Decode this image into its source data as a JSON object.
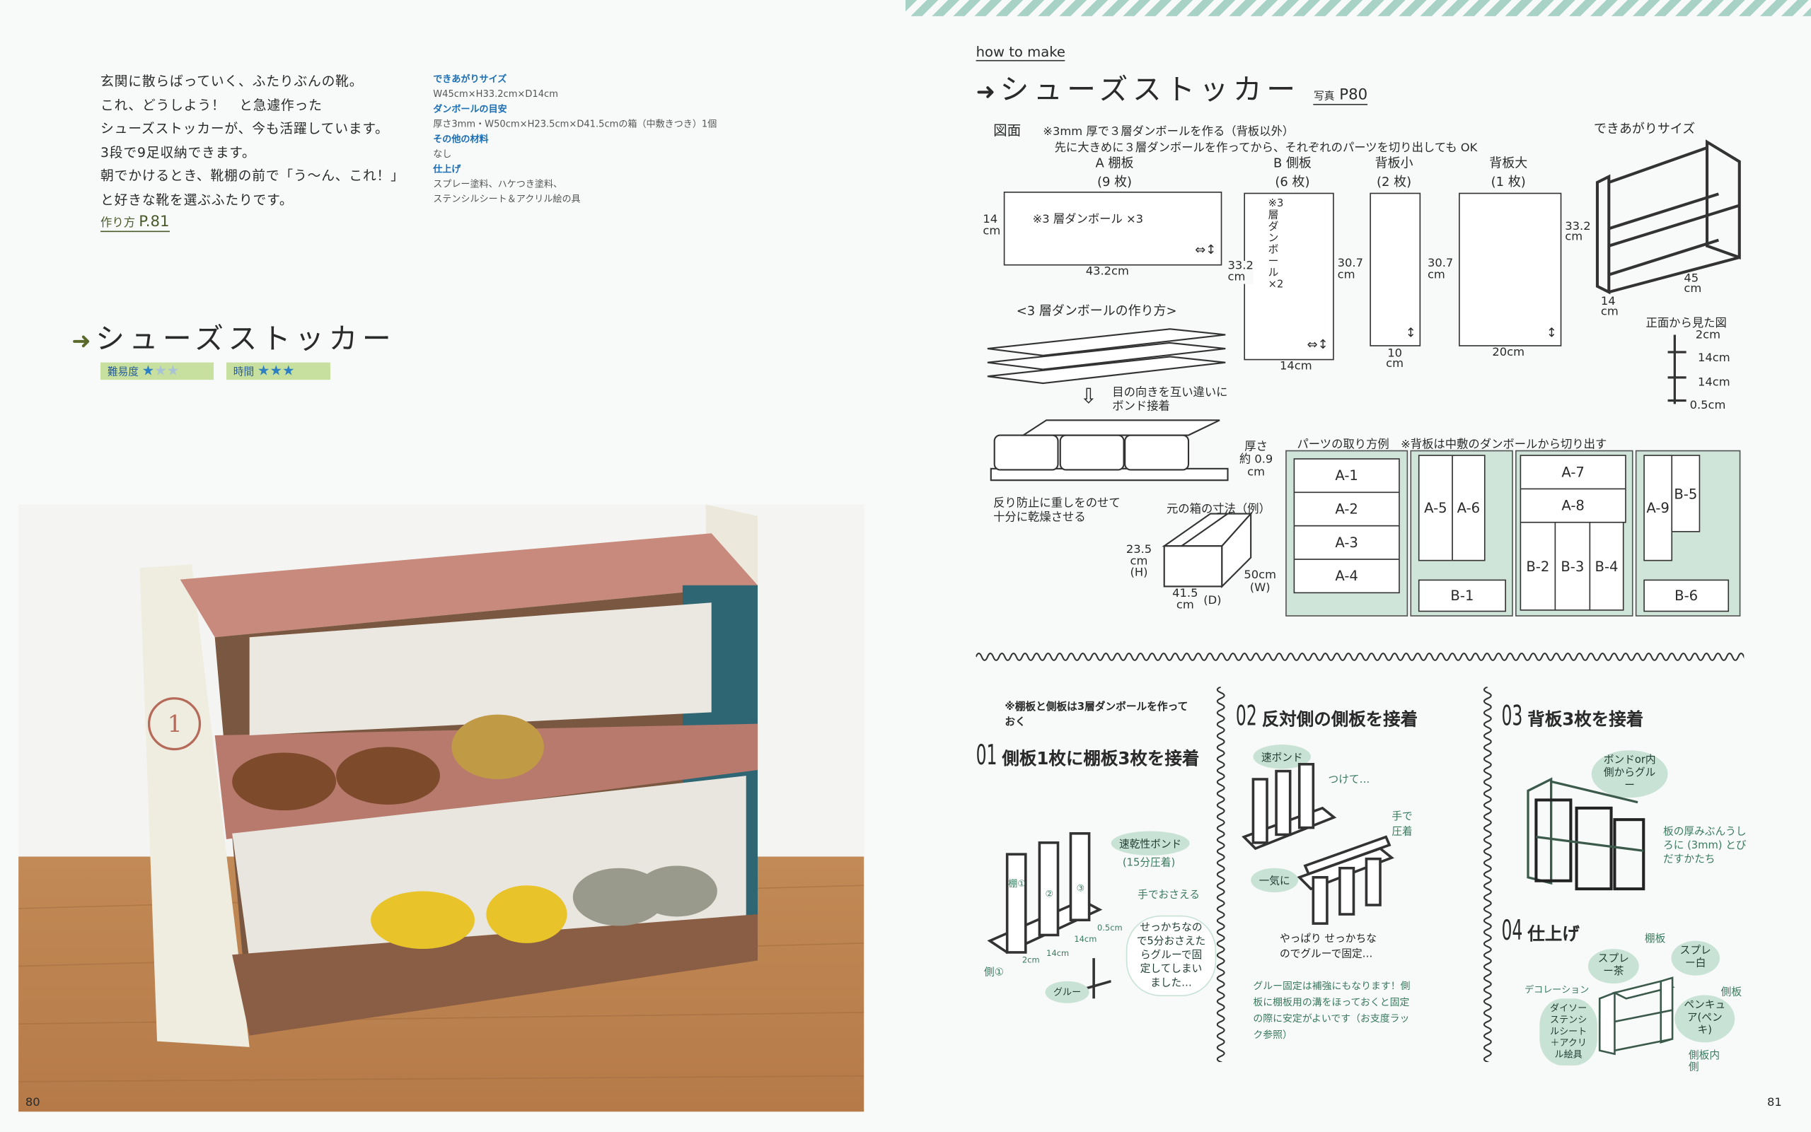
{
  "left_page": {
    "intro_lines": [
      "玄関に散らばっていく、ふたりぶんの靴。",
      "これ、どうしよう！　と急遽作った",
      "シューズストッカーが、今も活躍しています。",
      "3段で9足収納できます。",
      "朝でかけるとき、靴棚の前で「う〜ん、これ！」",
      "と好きな靴を選ぶふたりです。"
    ],
    "materials": [
      {
        "heading": "できあがりサイズ",
        "text": "W45cm×H33.2cm×D14cm"
      },
      {
        "heading": "ダンボールの目安",
        "text": "厚さ3mm・W50cm×H23.5cm×D41.5cmの箱（中敷きつき）1個"
      },
      {
        "heading": "その他の材料",
        "text": "なし"
      },
      {
        "heading": "仕上げ",
        "text": "スプレー塗料、ハケつき塗料、",
        "text2": "ステンシルシート＆アクリル絵の具"
      }
    ],
    "howto_link_label": "作り方",
    "howto_link_page": "P.81",
    "title": "シューズストッカー",
    "difficulty_label": "難易度",
    "difficulty_stars": 1,
    "time_label": "時間",
    "time_stars": 3,
    "star_max": 3,
    "photo_stamp_number": "1",
    "page_number": "80"
  },
  "right_page": {
    "kicker": "how to make",
    "title": "シューズストッカー",
    "photo_ref_label": "写真",
    "photo_ref_page": "P80",
    "drawing_label": "図面",
    "drawing_note1": "※3mm 厚で３層ダンボールを作る（背板以外）",
    "drawing_note2": "先に大きめに３層ダンボールを作ってから、それぞれのパーツを切り出しても OK",
    "parts": [
      {
        "name": "A 棚板",
        "count": "(9 枚)",
        "inner": "※3 層ダンボール ×3",
        "h": "14\ncm",
        "w": "43.2cm"
      },
      {
        "name": "B 側板",
        "count": "(6 枚)",
        "inner": "※3層ダンボール×2",
        "h": "33.2\ncm",
        "w": "14cm"
      },
      {
        "name": "背板小",
        "count": "(2 枚)",
        "h": "30.7\ncm",
        "w": "10\ncm"
      },
      {
        "name": "背板大",
        "count": "(1 枚)",
        "h": "30.7\ncm",
        "w": "20cm"
      }
    ],
    "finished": {
      "label": "できあがりサイズ",
      "h": "33.2\ncm",
      "w": "45\ncm",
      "d": "14\ncm",
      "front_label": "正面から見た図",
      "dims": [
        "2cm",
        "14cm",
        "14cm",
        "0.5cm"
      ]
    },
    "laminate": {
      "title": "<3 層ダンボールの作り方>",
      "step": "目の向きを互い違いに",
      "step2": "ボンド接着",
      "thickness": "厚さ\n約 0.9\ncm",
      "dry1": "反り防止に重しをのせて",
      "dry2": "十分に乾燥させる"
    },
    "box": {
      "title": "元の箱の寸法（例）",
      "h": "23.5\ncm\n(H)",
      "d": "41.5\ncm",
      "d_tag": "(D)",
      "w": "50cm\n(W)"
    },
    "layout": {
      "title": "パーツの取り方例",
      "note": "※背板は中敷のダンボールから切り出す",
      "pieces": [
        "A-1",
        "A-2",
        "A-3",
        "A-4",
        "A-5",
        "A-6",
        "B-1",
        "A-7",
        "A-8",
        "B-2",
        "B-3",
        "B-4",
        "A-9",
        "B-5",
        "B-6"
      ]
    },
    "steps": [
      {
        "num": "01",
        "title": "側板1枚に棚板3枚を接着",
        "pre_note": "※棚板と側板は3層ダンボールを作っておく",
        "notes": [
          "速乾性ボンド",
          "(15分圧着)",
          "手でおさえる",
          "せっかちなので5分おさえたらグルーで固定してしまいました…",
          "グルー",
          "側①",
          "棚①",
          "②",
          "③",
          "2cm",
          "14cm",
          "14cm",
          "0.5cm"
        ]
      },
      {
        "num": "02",
        "title": "反対側の側板を接着",
        "notes": [
          "速ボンド",
          "つけて…",
          "手で圧着",
          "一気に",
          "やっぱり せっかちなのでグルーで固定…",
          "グルー固定は補強にもなります！側板に棚板用の溝をほっておくと固定の際に安定がよいです（お支度ラック参照）"
        ]
      },
      {
        "num": "03",
        "title": "背板3枚を接着",
        "notes": [
          "ボンドor内側からグルー",
          "板の厚みぶんうしろに (3mm) とびだすかたち"
        ]
      },
      {
        "num": "04",
        "title": "仕上げ",
        "notes": [
          "スプレー茶",
          "棚板",
          "スプレー白",
          "側板",
          "デコレーション",
          "ダイソーステンシルシート＋アクリル絵具",
          "ペンキュア(ペンキ)",
          "側板内側"
        ]
      }
    ],
    "page_number": "81"
  },
  "colors": {
    "accent_green": "#c7df9f",
    "heading_blue": "#1d6fb5",
    "diagram_teal": "#cfe5da",
    "handwriting": "#3b7a5f",
    "stripe": "#a9d2c6"
  }
}
